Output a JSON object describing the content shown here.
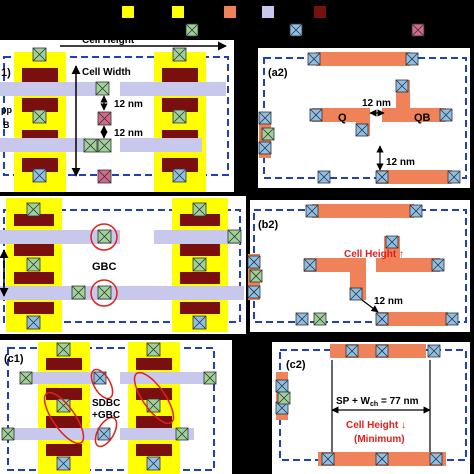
{
  "colors": {
    "background": "#000000",
    "gate_yellow": "#ffff00",
    "metal_orange": "#f0825a",
    "nanosheet_dark_red": "#8c1e1e",
    "metal_lavender": "#c8c8ec",
    "contact_green": "#9fd29a",
    "via_blue": "#8ebfe6",
    "via_pink": "#d06a88",
    "cell_boundary": "#1f3fbf",
    "label_red": "#e0201a"
  },
  "legend": {
    "icons": [
      "gate-swatch-icon",
      "metal-swatch-icon",
      "metal-lavender-swatch-icon",
      "nanosheet-swatch-icon",
      "contact-green-icon",
      "via-blue-icon",
      "via-pink-icon"
    ]
  },
  "panel_a1": {
    "label": "1)",
    "cell_height_text": "Cell Height",
    "cell_width_text": "Cell Width",
    "left_text_top": "pp",
    "left_text_bottom": "B",
    "spacing_top": "12 nm",
    "spacing_bottom": "12 nm"
  },
  "panel_a2": {
    "label": "(a2)",
    "spacing": "12 nm",
    "node_q": "Q",
    "node_qb": "QB",
    "spacing_bottom": "12 nm"
  },
  "panel_b1": {
    "label": "GBC"
  },
  "panel_b2": {
    "label": "(b2)",
    "cell_height_text": "Cell Height ↑",
    "spacing": "12 nm"
  },
  "panel_c1": {
    "label": "(c1)",
    "sdbc_line1": "SDBC",
    "sdbc_line2": "+GBC"
  },
  "panel_c2": {
    "label": "(c2)",
    "formula_prefix": "SP + W",
    "formula_sub": "ch",
    "formula_suffix": " = 77 nm",
    "cell_height_text": "Cell Height ↓",
    "minimum_text": "(Minimum)"
  }
}
